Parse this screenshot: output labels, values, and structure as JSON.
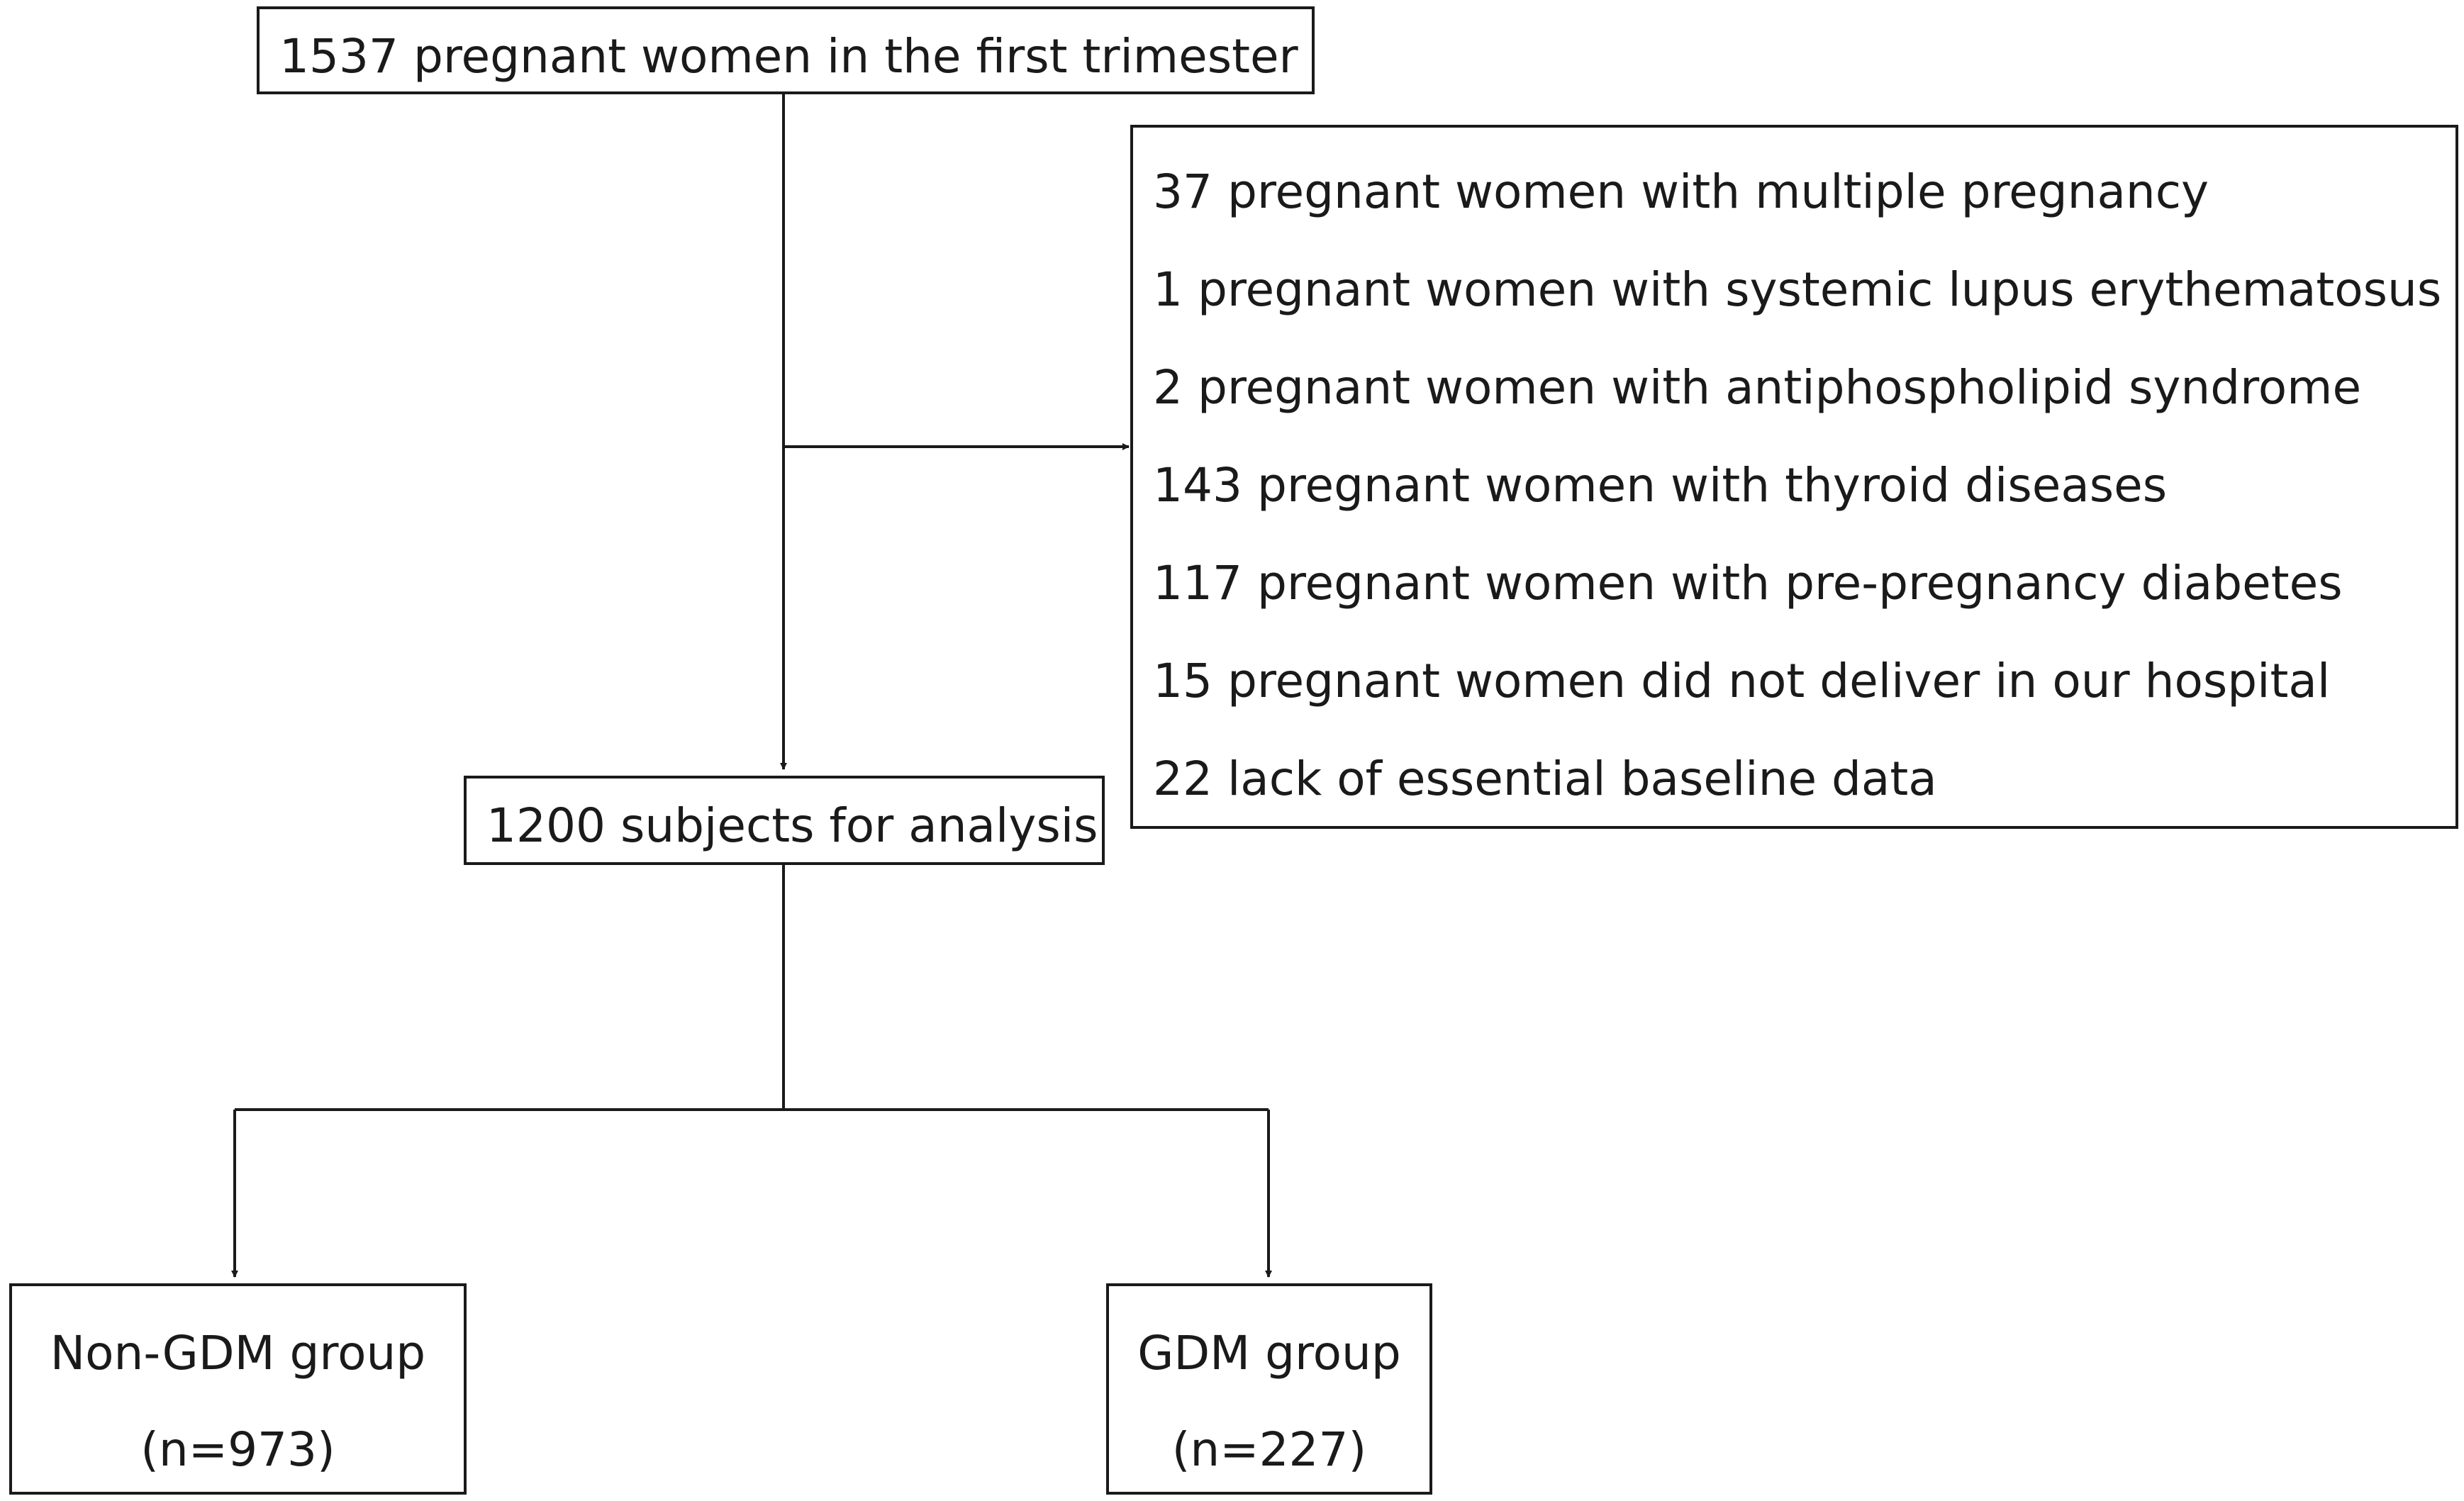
{
  "flowchart": {
    "start": {
      "label": "1537 pregnant women in the first trimester"
    },
    "exclusions": {
      "items": [
        "37 pregnant women with multiple pregnancy",
        "1 pregnant women with systemic lupus erythematosus",
        "2 pregnant women with antiphospholipid syndrome",
        "143 pregnant women with thyroid diseases",
        "117 pregnant women with pre-pregnancy diabetes",
        "15 pregnant women did not deliver in our hospital",
        "22 lack of essential baseline data"
      ]
    },
    "analysis": {
      "label": "1200 subjects for analysis"
    },
    "groups": [
      {
        "name": "Non-GDM group",
        "n": "(n=973)"
      },
      {
        "name": "GDM group",
        "n": "(n=227)"
      }
    ]
  }
}
